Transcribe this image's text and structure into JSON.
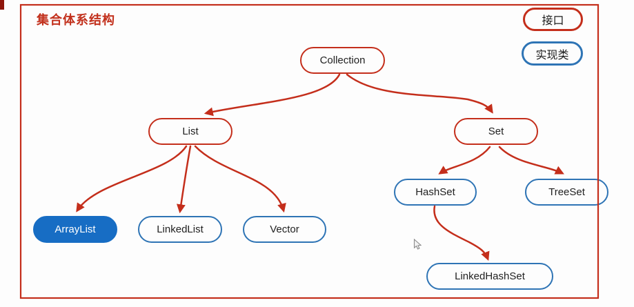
{
  "title": "集合体系结构",
  "legend": {
    "interface_label": "接口",
    "implementation_label": "实现类"
  },
  "nodes": {
    "collection": {
      "label": "Collection",
      "kind": "interface"
    },
    "list": {
      "label": "List",
      "kind": "interface"
    },
    "set": {
      "label": "Set",
      "kind": "interface"
    },
    "arraylist": {
      "label": "ArrayList",
      "kind": "implementation",
      "highlighted": true
    },
    "linkedlist": {
      "label": "LinkedList",
      "kind": "implementation"
    },
    "vector": {
      "label": "Vector",
      "kind": "implementation"
    },
    "hashset": {
      "label": "HashSet",
      "kind": "implementation"
    },
    "treeset": {
      "label": "TreeSet",
      "kind": "implementation"
    },
    "linkedhashset": {
      "label": "LinkedHashSet",
      "kind": "implementation"
    }
  },
  "edges": [
    {
      "from": "Collection",
      "to": "List"
    },
    {
      "from": "Collection",
      "to": "Set"
    },
    {
      "from": "List",
      "to": "ArrayList"
    },
    {
      "from": "List",
      "to": "LinkedList"
    },
    {
      "from": "List",
      "to": "Vector"
    },
    {
      "from": "Set",
      "to": "HashSet"
    },
    {
      "from": "Set",
      "to": "TreeSet"
    },
    {
      "from": "HashSet",
      "to": "LinkedHashSet"
    }
  ],
  "colors": {
    "interface_red": "#c42e1b",
    "frame_red": "#c42e1b",
    "implementation_blue": "#2e74b5",
    "highlight_fill_blue": "#176dc4",
    "title_red": "#c2301c",
    "text_dark": "#212121"
  }
}
